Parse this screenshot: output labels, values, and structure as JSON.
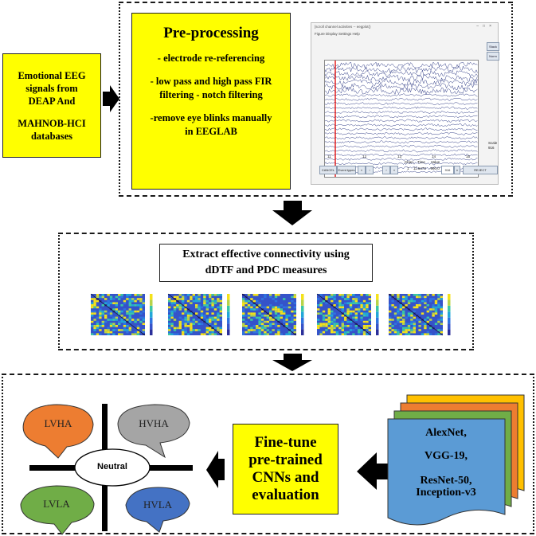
{
  "input": {
    "lines": [
      "Emotional EEG",
      "signals from",
      "DEAP And"
    ],
    "lines2": [
      "MAHNOB-HCI",
      "databases"
    ]
  },
  "preprocessing": {
    "title": "Pre-processing",
    "items": [
      "- electrode re-referencing",
      "- low pass and high pass FIR",
      "filtering - notch filtering",
      "-remove eye blinks manually",
      "in EEGLAB"
    ]
  },
  "eeg_window": {
    "title": "[scroll channel activities -- eegplot()",
    "menu": "Figure  Display  Settings  Help",
    "buttons": {
      "stack": "Stack",
      "norm": "Norm",
      "cancel": "CANCEL",
      "event_types": "Event types",
      "reject": "REJECT"
    },
    "scale_label": "Scale",
    "scale_value": "916",
    "ticks": [
      "11",
      "12",
      "13",
      "14",
      "15"
    ],
    "chan_label": "Chan.",
    "time_label": "Time",
    "value_label": "Value",
    "chan_value": "1",
    "time_value": "11.5473",
    "value_value": "-990.0",
    "spin_value": "916"
  },
  "connectivity": {
    "title_line1": "Extract effective connectivity using",
    "title_line2": "dDTF and PDC measures",
    "matrix_count": 5
  },
  "finetune": {
    "lines": [
      "Fine-tune",
      "pre-trained",
      "CNNs and",
      "evaluation"
    ]
  },
  "cnns": [
    "AlexNet,",
    "VGG-19,",
    "ResNet-50,",
    "Inception-v3"
  ],
  "emotions": {
    "lvha": "LVHA",
    "hvha": "HVHA",
    "lvla": "LVLA",
    "hvla": "HVLA",
    "neutral": "Neutral"
  },
  "colors": {
    "yellow": "#ffff00",
    "lvha": "#ed7d31",
    "hvha": "#a5a5a5",
    "lvla": "#70ad47",
    "hvla": "#4472c4",
    "doc_blue": "#5b9bd5"
  }
}
